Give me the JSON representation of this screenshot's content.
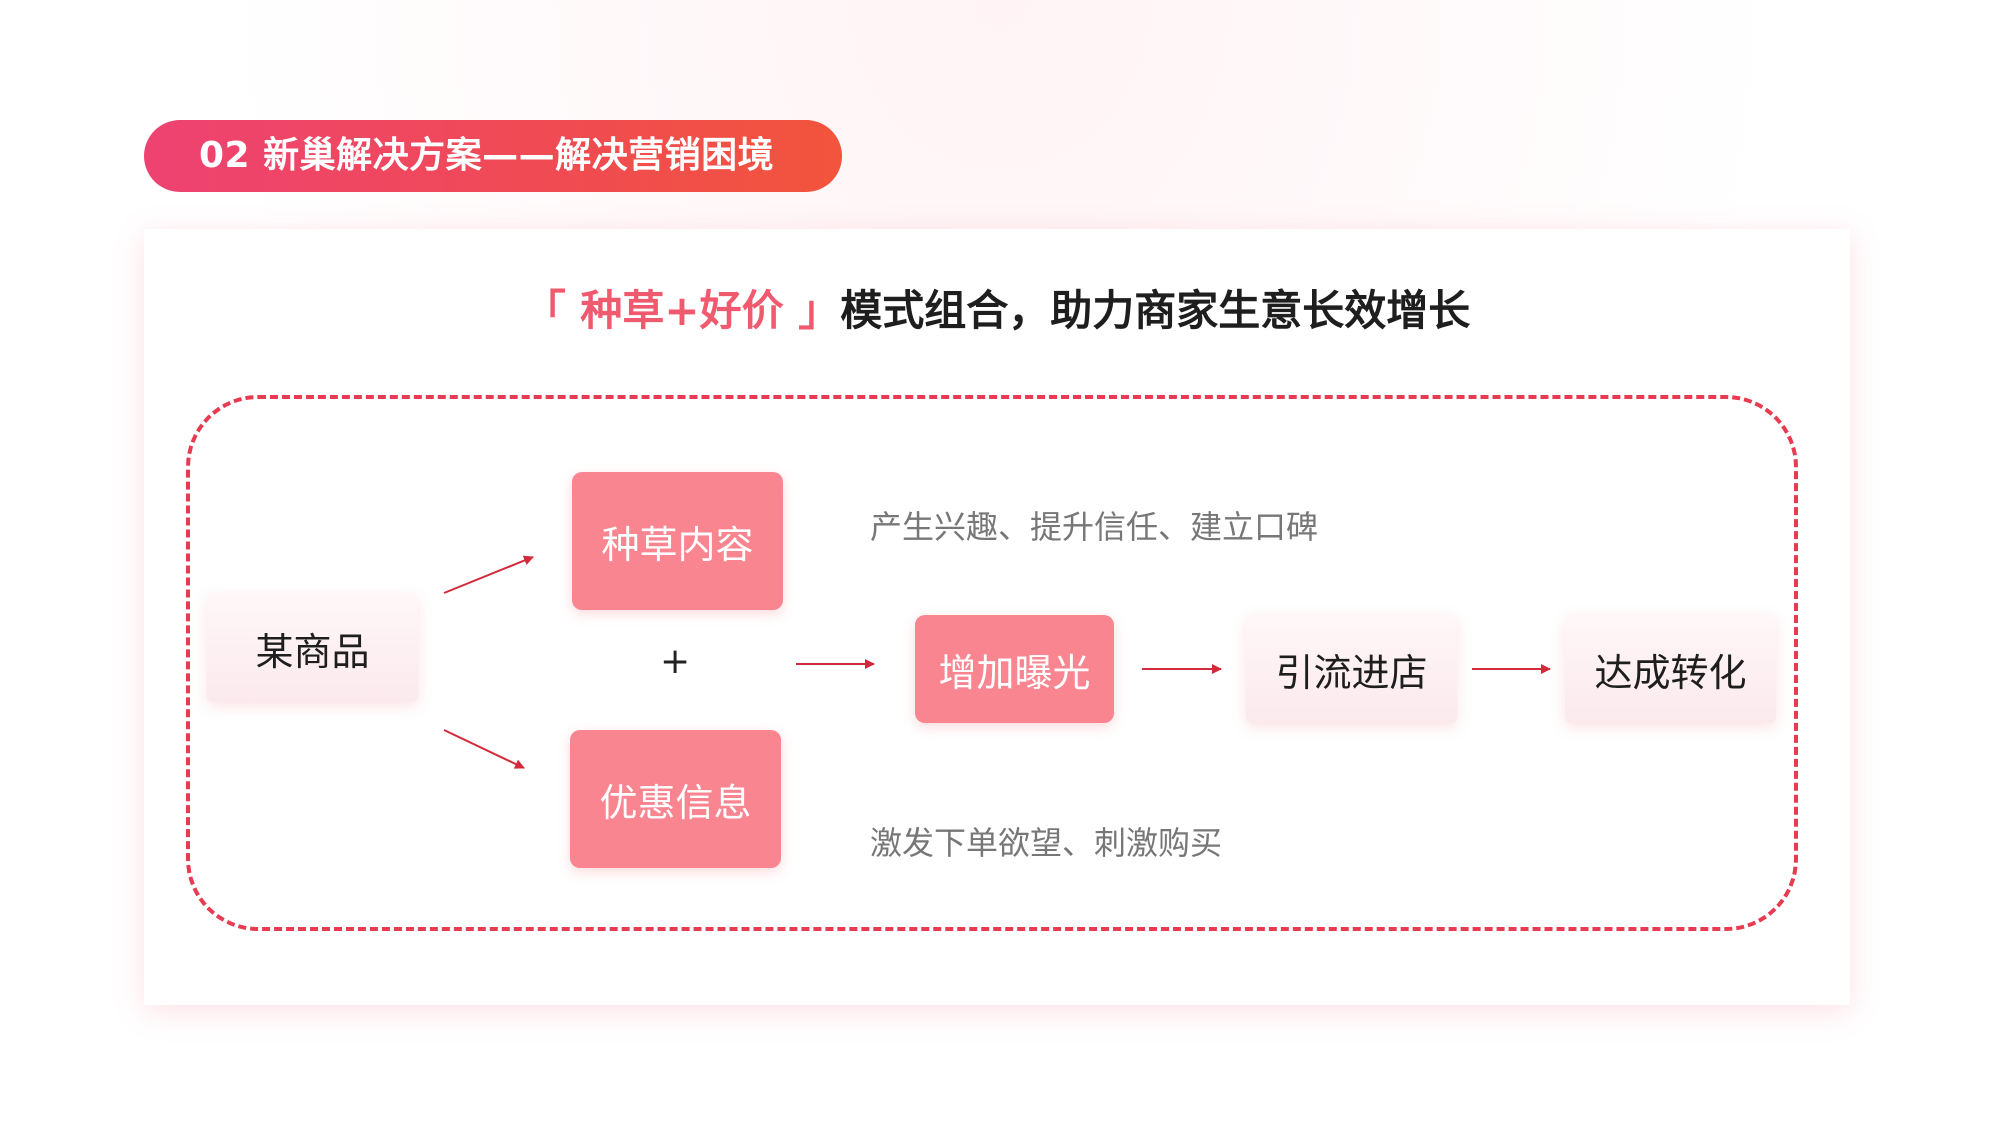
{
  "header": {
    "title": "02 新巢解决方案——解决营销困境"
  },
  "card": {
    "title_highlight": "「 种草+好价 」",
    "title_rest": "模式组合，助力商家生意长效增长"
  },
  "diagram": {
    "source": "某商品",
    "content_box": "种草内容",
    "plus": "+",
    "offer_box": "优惠信息",
    "exposure": "增加曝光",
    "traffic": "引流进店",
    "conversion": "达成转化",
    "content_note": "产生兴趣、提升信任、建立口碑",
    "offer_note": "激发下单欲望、刺激购买"
  },
  "colors": {
    "accent": "#e63b50",
    "pink_box": "#f98590",
    "header_gradient_start": "#ee4272",
    "header_gradient_end": "#f2543c"
  }
}
